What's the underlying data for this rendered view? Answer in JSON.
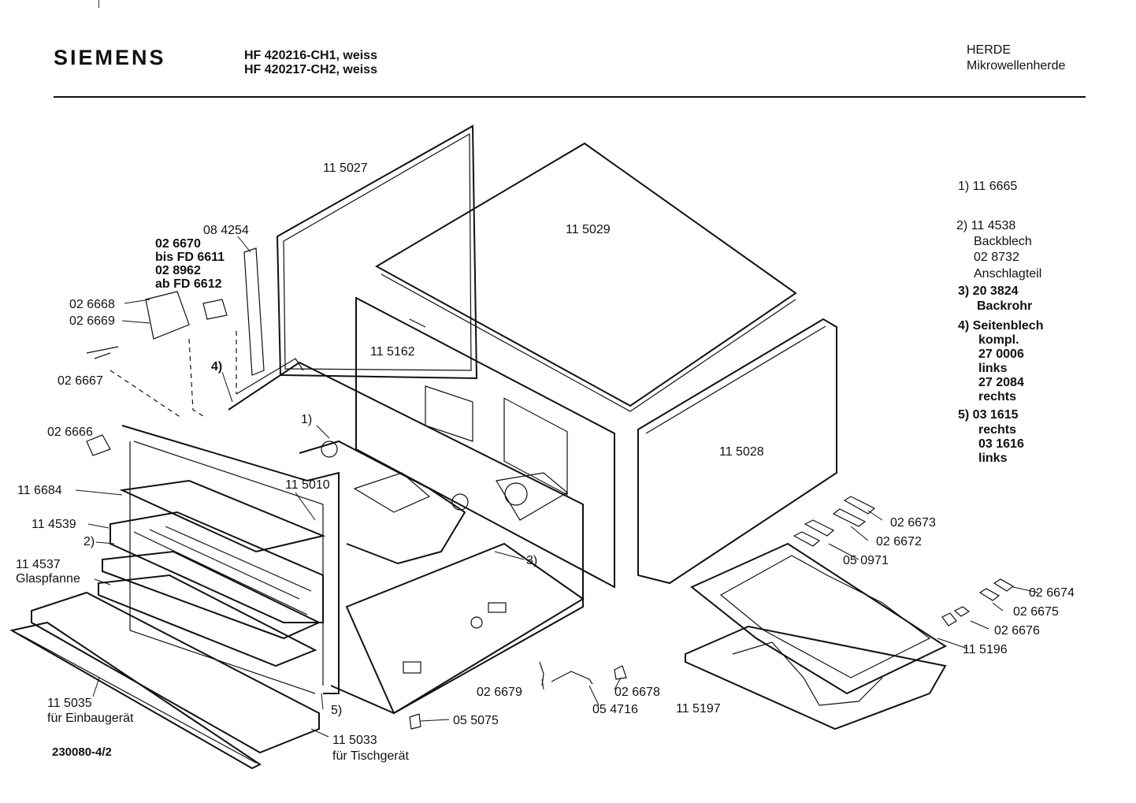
{
  "header": {
    "brand": "SIEMENS",
    "model_line_1": "HF 420216-CH1, weiss",
    "model_line_2": "HF 420217-CH2, weiss",
    "category": "HERDE",
    "subcategory": "Mikrowellenherde"
  },
  "footer": {
    "drawing_number": "230080-4/2"
  },
  "parts": {
    "p115027": "11 5027",
    "p115029": "11 5029",
    "p084254": "08 4254",
    "p026670": "02 6670",
    "bisfd6611": "bis FD 6611",
    "p028962": "02 8962",
    "abfd6612": "ab FD 6612",
    "p026668": "02 6668",
    "p026669": "02 6669",
    "p026667": "02 6667",
    "ref4": "4)",
    "p115162": "11 5162",
    "ref1": "1)",
    "p026666": "02 6666",
    "p116684": "11 6684",
    "p115010": "11 5010",
    "p115028": "11 5028",
    "p114539": "11 4539",
    "ref2": "2)",
    "p114537": "11 4537",
    "glaspfanne": "Glaspfanne",
    "ref3": "3)",
    "p026673": "02 6673",
    "p026672": "02 6672",
    "p050971": "05 0971",
    "p026674": "02 6674",
    "p026675": "02 6675",
    "p026676": "02 6676",
    "p115196": "11 5196",
    "p026679": "02 6679",
    "p026678": "02 6678",
    "p054716": "05 4716",
    "p115197": "11 5197",
    "p115035": "11 5035",
    "einbau": "für Einbaugerät",
    "ref5": "5)",
    "p055075": "05 5075",
    "p115033": "11 5033",
    "tisch": "für Tischgerät"
  },
  "legend": [
    "1) 11 6665",
    "2) 11 4538",
    "Backblech",
    "02 8732",
    "Anschlagteil",
    "3) 20 3824",
    "Backrohr",
    "4)  Seitenblech",
    "kompl.",
    "27 0006",
    "links",
    "27 2084",
    "rechts",
    "5)  03 1615",
    "rechts",
    "03 1616",
    "links"
  ]
}
